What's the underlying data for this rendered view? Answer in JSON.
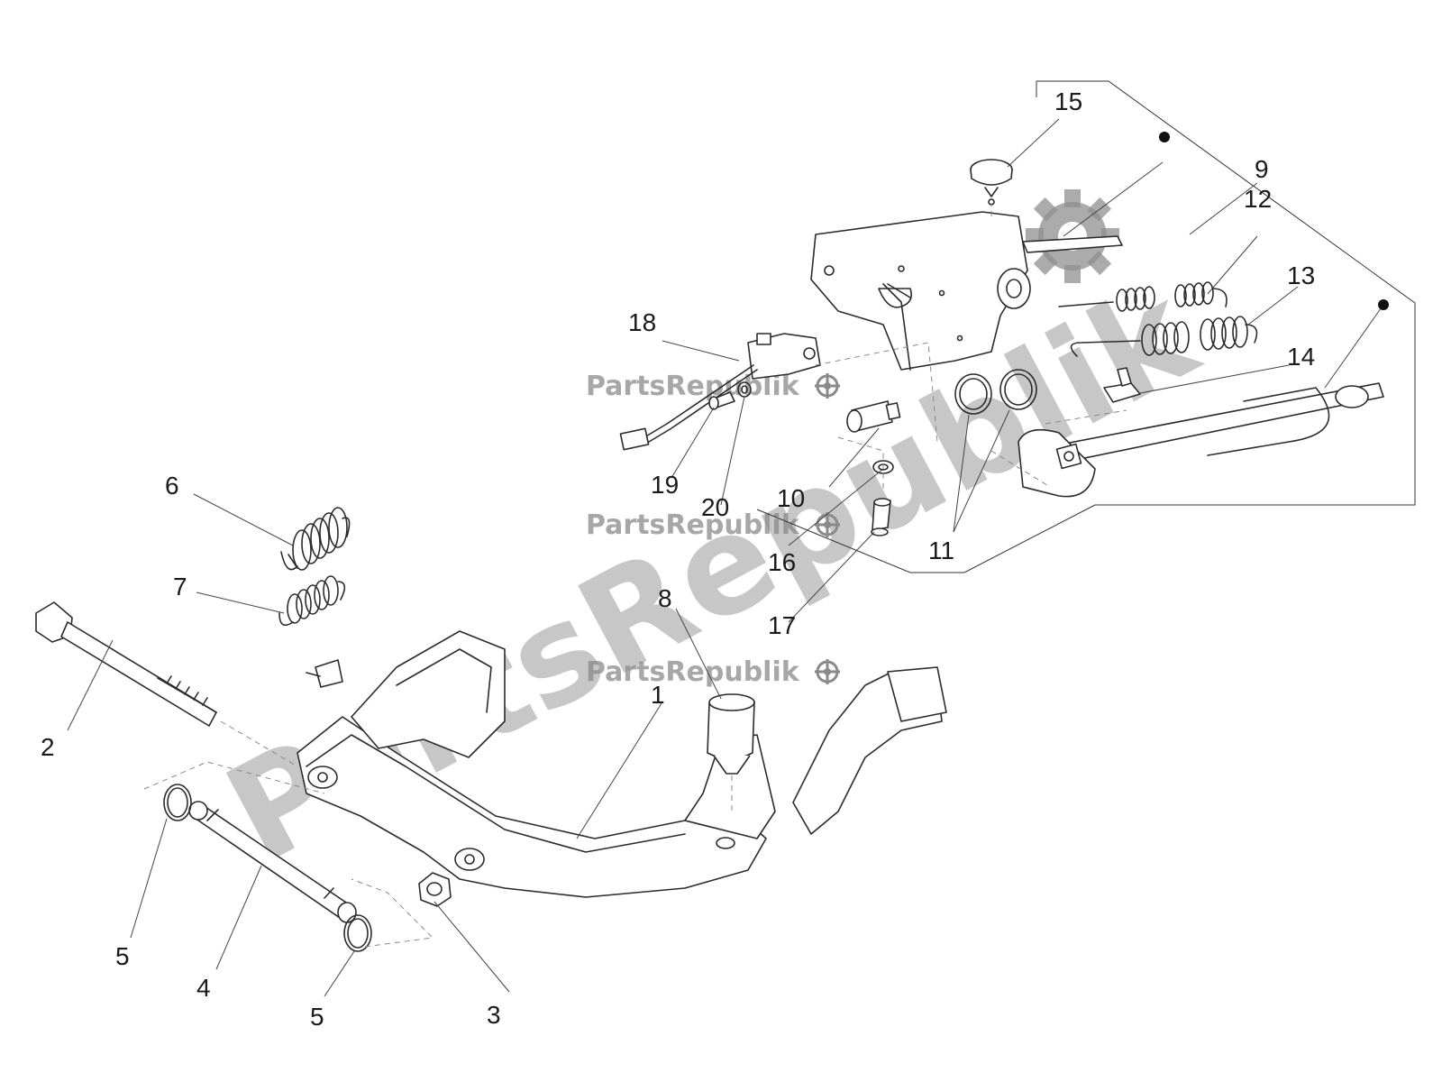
{
  "watermark": {
    "large": "PartsRepublik",
    "small": "PartsRepublik",
    "color": "#9a9a9a"
  },
  "callouts": {
    "c1": "1",
    "c2": "2",
    "c3": "3",
    "c4": "4",
    "c5a": "5",
    "c5b": "5",
    "c6": "6",
    "c7": "7",
    "c8": "8",
    "c9": "9",
    "c10": "10",
    "c11": "11",
    "c12": "12",
    "c13": "13",
    "c14": "14",
    "c15": "15",
    "c16": "16",
    "c17": "17",
    "c18": "18",
    "c19": "19",
    "c20": "20"
  },
  "icons": {
    "watermark_logo": "gear-icon"
  }
}
